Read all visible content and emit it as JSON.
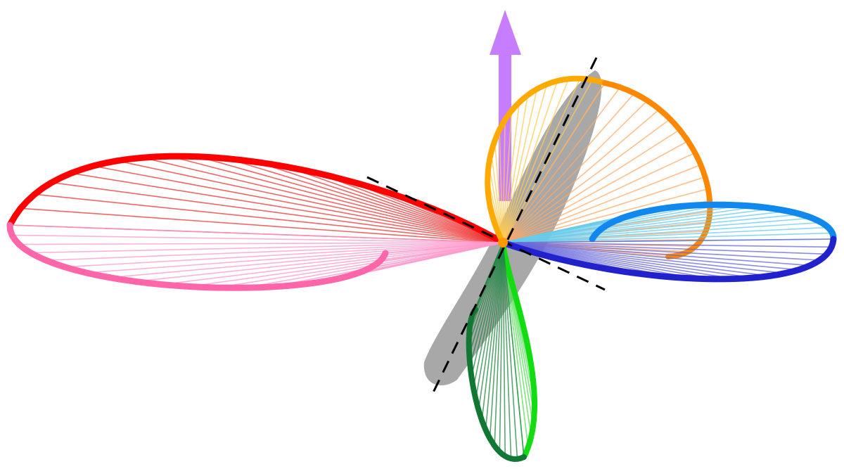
{
  "figure": {
    "background": "#ffffff",
    "axis_arrow": {
      "name": "vertical-axis-arrow",
      "color": "#c77dff"
    },
    "dashed_lines": [
      {
        "name": "tilted-axis-dashed-line",
        "color": "#000000"
      },
      {
        "name": "horizontal-dashed-line",
        "color": "#000000"
      }
    ],
    "shadow": {
      "name": "grey-axis-shadow",
      "color": "#999999"
    },
    "lobes": [
      {
        "name": "red-pink-lobe",
        "rim_colors": [
          "#ff0000",
          "#ff66aa"
        ],
        "spoke_colors": [
          "#ee3333",
          "#ff99cc"
        ]
      },
      {
        "name": "orange-yellow-lobe",
        "rim_colors": [
          "#ffaa00",
          "#ff8800"
        ],
        "spoke_colors": [
          "#ffcc55",
          "#ffaa66"
        ]
      },
      {
        "name": "blue-cyan-lobe",
        "rim_colors": [
          "#1188ee",
          "#2222cc"
        ],
        "spoke_colors": [
          "#66ccee",
          "#6666dd"
        ]
      },
      {
        "name": "green-lobe",
        "rim_colors": [
          "#11dd11",
          "#117733"
        ],
        "spoke_colors": [
          "#55dd55",
          "#228844"
        ]
      }
    ]
  }
}
